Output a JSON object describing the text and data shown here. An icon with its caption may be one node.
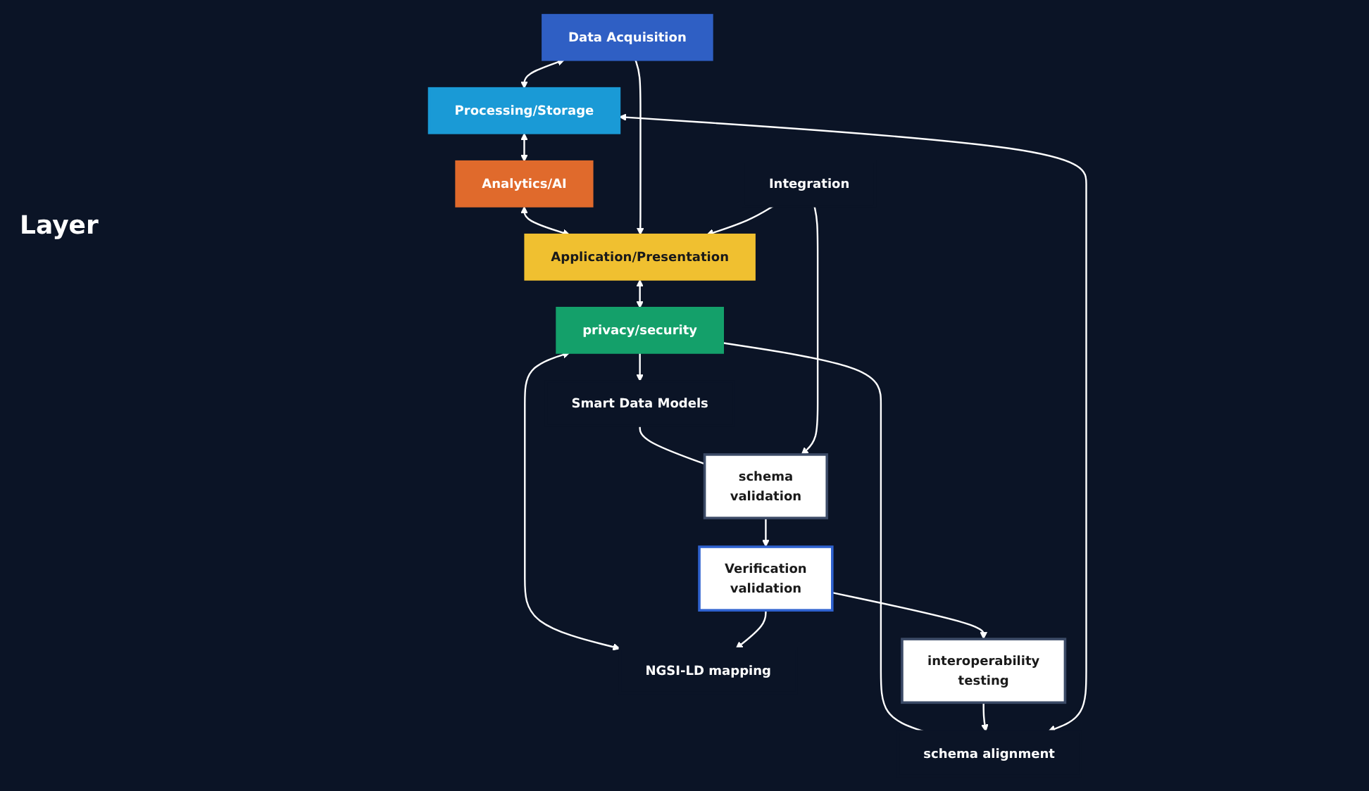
{
  "diagram": {
    "nodes": [
      {
        "text": [
          "Data Acquisition"
        ]
      },
      {
        "text": [
          "Processing/Storage"
        ]
      },
      {
        "text": [
          "Analytics/AI"
        ]
      },
      {
        "text": [
          "Application/Presentation"
        ]
      },
      {
        "text": [
          "privacy/security"
        ]
      },
      {
        "text": [
          "Smart Data Models"
        ]
      },
      {
        "text": [
          "NGSI-LD mapping"
        ]
      },
      {
        "text": [
          "schema alignment"
        ]
      },
      {
        "text": [
          "schema",
          "validation"
        ]
      },
      {
        "text": [
          "Verification",
          "validation"
        ]
      },
      {
        "text": [
          "interoperability",
          "testing"
        ]
      },
      {
        "text": [
          "Integration"
        ]
      }
    ],
    "edges": [
      {
        "from": 0,
        "to": 1,
        "arrow": "both"
      },
      {
        "from": 1,
        "to": 2,
        "arrow": "both"
      },
      {
        "from": 2,
        "to": 3,
        "arrow": "both"
      },
      {
        "from": 3,
        "to": 4,
        "arrow": "both"
      },
      {
        "from": 4,
        "to": 5,
        "arrow": "to"
      },
      {
        "from": 4,
        "to": 6,
        "arrow": "both"
      },
      {
        "from": 4,
        "to": 7,
        "arrow": "none"
      },
      {
        "from": 5,
        "to": 8,
        "arrow": "none"
      },
      {
        "from": 9,
        "to": 6,
        "arrow": "to"
      },
      {
        "from": 10,
        "to": 7,
        "arrow": "to"
      },
      {
        "from": 8,
        "to": 9,
        "arrow": "to"
      },
      {
        "from": 9,
        "to": 10,
        "arrow": "to"
      },
      {
        "from": 0,
        "to": 3,
        "arrow": "to"
      },
      {
        "from": 7,
        "to": 1,
        "arrow": "both"
      },
      {
        "from": 11,
        "to": 3,
        "arrow": "to"
      },
      {
        "from": 11,
        "to": 8,
        "arrow": "to"
      }
    ],
    "labels": [
      "Layer"
    ]
  }
}
